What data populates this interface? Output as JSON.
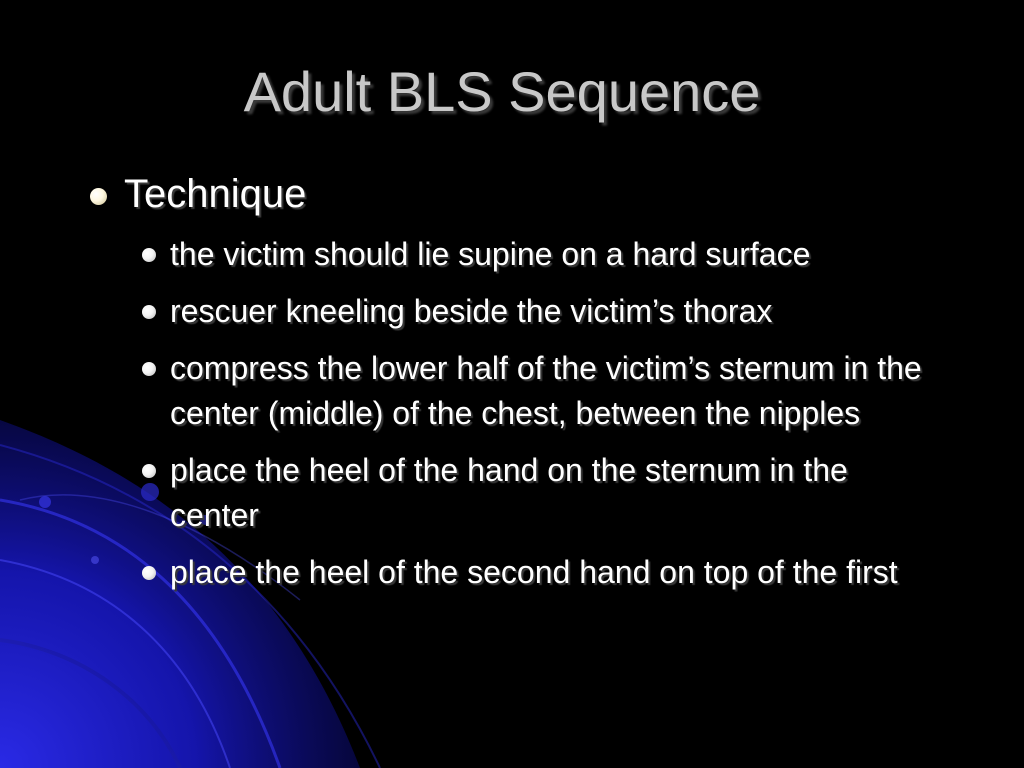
{
  "slide": {
    "title": "Adult BLS Sequence",
    "bullet": {
      "label": "Technique",
      "subitems": [
        {
          "text": "the victim should lie supine on a hard surface"
        },
        {
          "text": "rescuer kneeling beside the victim’s thorax"
        },
        {
          "text": "compress the lower half of the victim’s sternum in the center (middle) of the chest, between the nipples"
        },
        {
          "text": "place the heel of the hand on the sternum in the center"
        },
        {
          "text": "place the heel of the second hand on top of the first"
        }
      ]
    }
  },
  "colors": {
    "background": "#000000",
    "accent_blue": "#1a1ad0",
    "title_text": "#c8c8c8",
    "body_text": "#ffffff"
  }
}
